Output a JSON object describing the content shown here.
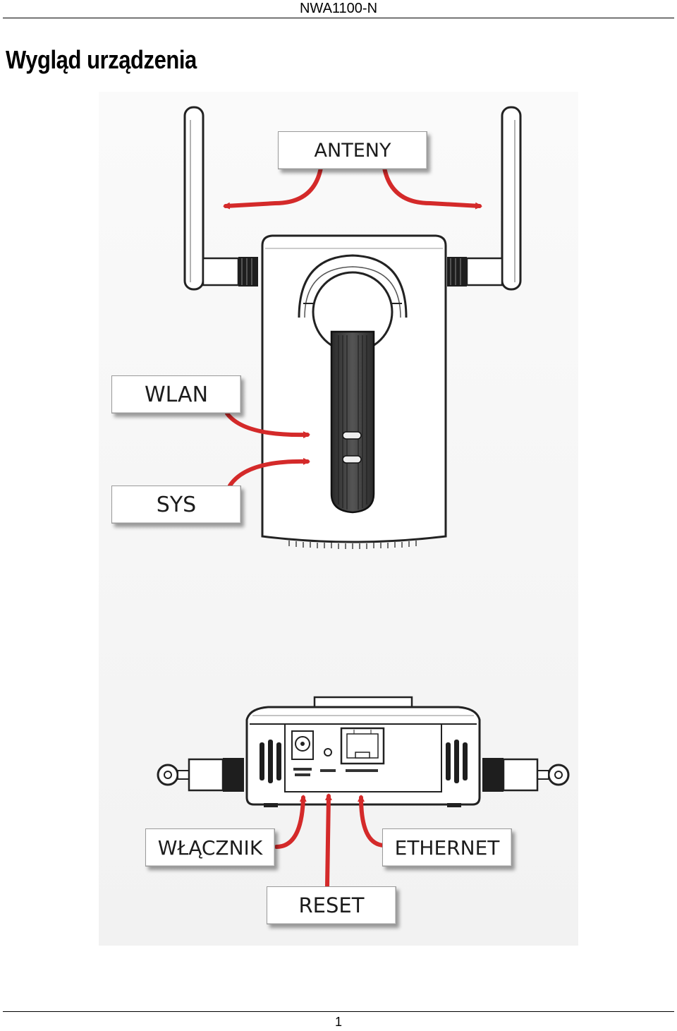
{
  "header": {
    "title": "NWA1100-N"
  },
  "page": {
    "heading": "Wygląd urządzenia",
    "number": "1"
  },
  "callouts": {
    "antennas": "ANTENY",
    "wlan": "WLAN",
    "sys": "SYS",
    "power": "WŁĄCZNIK",
    "reset": "RESET",
    "ethernet": "ETHERNET"
  },
  "colors": {
    "arrow": "#d42a2a",
    "device_outline": "#222222"
  },
  "icons": [
    "antenna-icon",
    "device-front-illustration",
    "device-back-illustration",
    "arrow-icon"
  ]
}
